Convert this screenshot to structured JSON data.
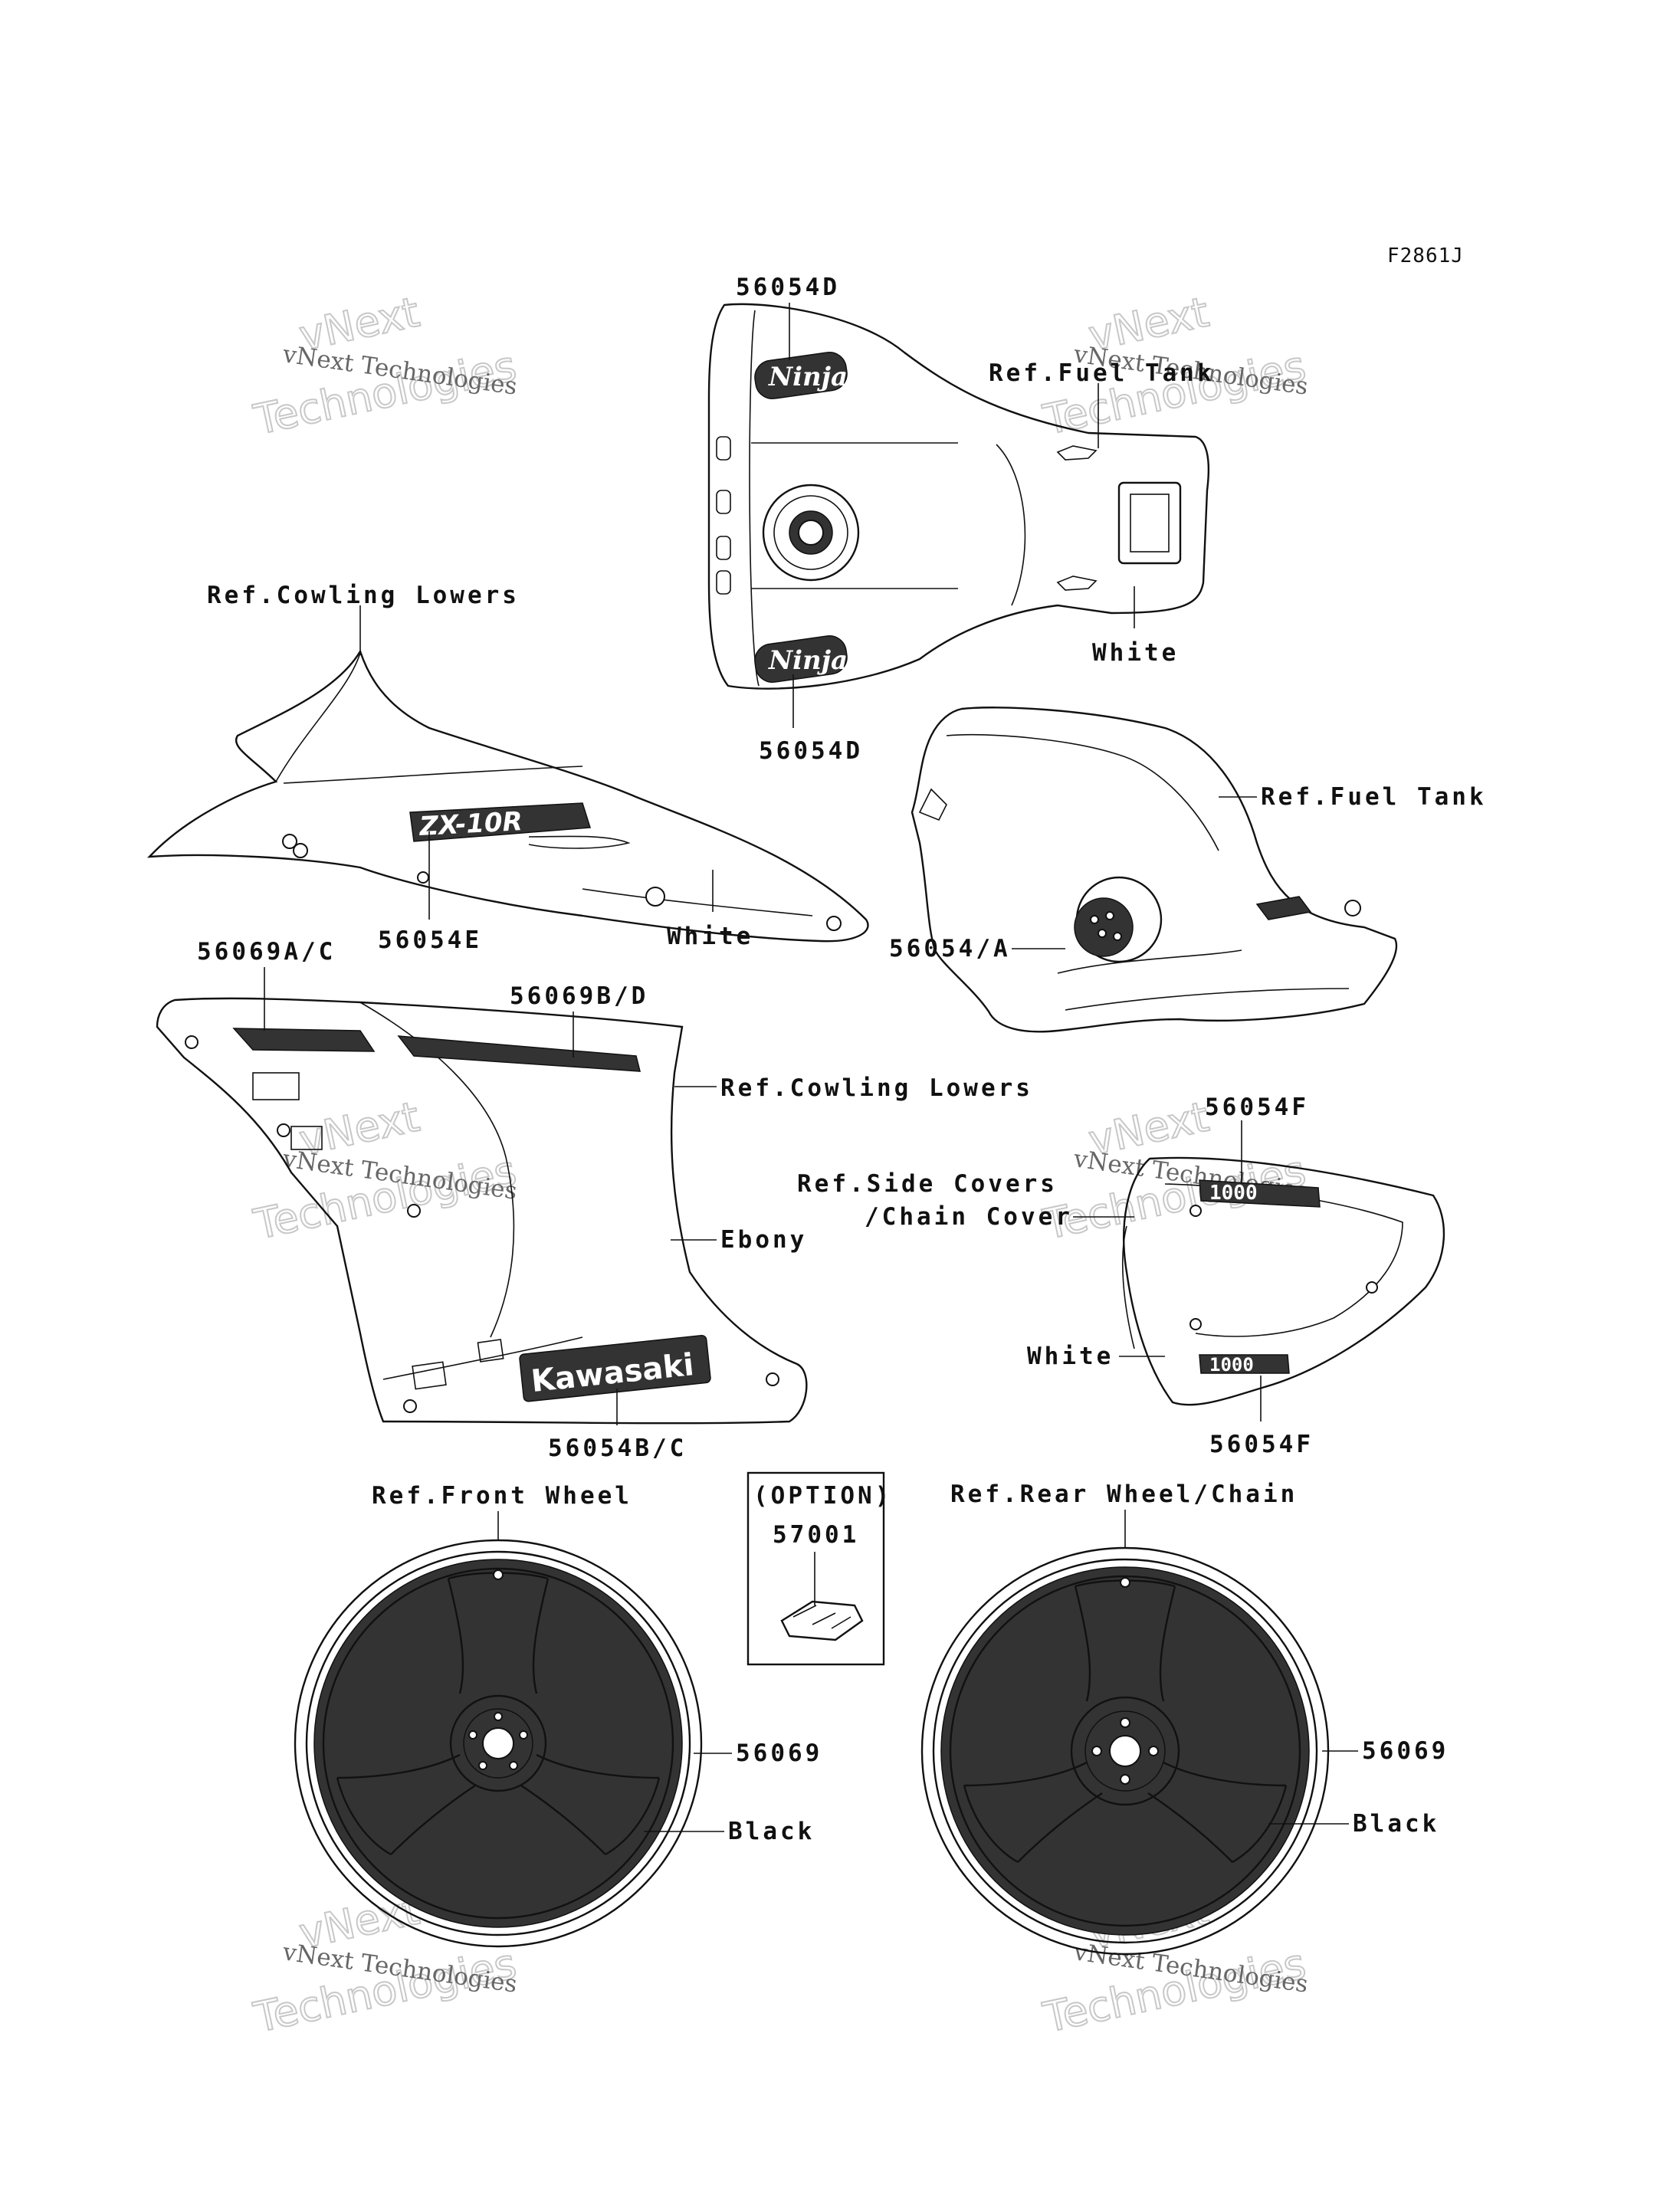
{
  "diagram_code": "F2861J",
  "labels": {
    "tank_top_code": "56054D",
    "tank_bottom_code": "56054D",
    "ref_fuel_tank_top": "Ref.Fuel Tank",
    "tank_color": "White",
    "ref_cowling_lowers_top": "Ref.Cowling Lowers",
    "lower_cowl_code": "56054E",
    "lower_cowl_color": "White",
    "ref_fuel_tank_side": "Ref.Fuel Tank",
    "tank_side_code": "56054/A",
    "cowl_a_code": "56069A/C",
    "cowl_b_code": "56069B/D",
    "ref_cowling_lowers_mid": "Ref.Cowling Lowers",
    "cowl_color": "Ebony",
    "cowl_kawasaki_code": "56054B/C",
    "side_cover_top_code": "56054F",
    "ref_side_covers": "Ref.Side Covers",
    "ref_chain_cover": "/Chain Cover",
    "side_cover_color": "White",
    "side_cover_bottom_code": "56054F",
    "ref_front_wheel": "Ref.Front Wheel",
    "option_label": "(OPTION)",
    "option_code": "57001",
    "ref_rear_wheel": "Ref.Rear Wheel/Chain",
    "front_wheel_code": "56069",
    "front_wheel_color": "Black",
    "rear_wheel_code": "56069",
    "rear_wheel_color": "Black"
  },
  "decals": {
    "ninja": "Ninja",
    "zx10r": "ZX-10R",
    "kawasaki": "Kawasaki",
    "model_1000": "1000"
  },
  "watermarks": {
    "small": "vNext Technologies",
    "big_line1": "vNext",
    "big_line2": "Technologies"
  },
  "colors": {
    "ink": "#111111",
    "watermark": "#c8c8c8"
  }
}
